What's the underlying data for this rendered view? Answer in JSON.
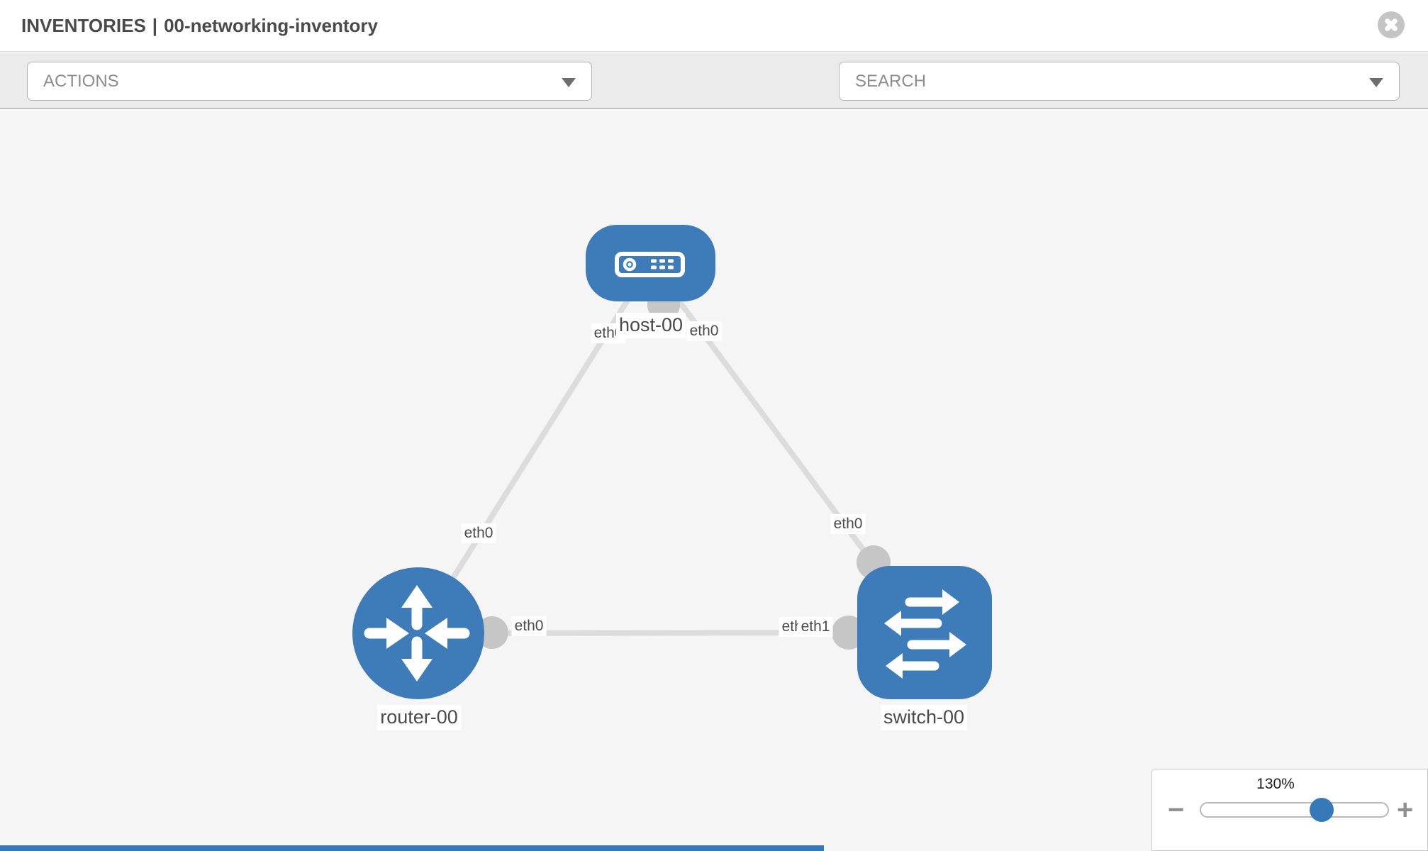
{
  "header": {
    "section": "INVENTORIES",
    "separator": "|",
    "inventory_name": "00-networking-inventory"
  },
  "toolbar": {
    "actions_label": "ACTIONS",
    "search_label": "SEARCH",
    "icons": [
      "wrench-icon",
      "key-icon"
    ]
  },
  "diagram": {
    "nodes": [
      {
        "id": "host-00",
        "type": "host",
        "label": "host-00"
      },
      {
        "id": "router-00",
        "type": "router",
        "label": "router-00"
      },
      {
        "id": "switch-00",
        "type": "switch",
        "label": "switch-00"
      }
    ],
    "links": [
      {
        "from": "host-00",
        "to": "router-00"
      },
      {
        "from": "host-00",
        "to": "switch-00"
      },
      {
        "from": "router-00",
        "to": "switch-00"
      }
    ],
    "interface_labels": {
      "host_left": "eth0",
      "host_right": "eth0",
      "host_router_link": "eth0",
      "host_switch_link": "eth0",
      "router_link": "eth0",
      "switch_link_back": "eth0",
      "switch_link_front": "eth1"
    }
  },
  "zoom_control": {
    "level": "130%",
    "zoom_out_glyph": "−",
    "zoom_in_glyph": "+"
  },
  "colors": {
    "node_blue": "#3d7cb8",
    "link_gray": "#dcdcdc",
    "interface_dot_gray": "#c6c6c6",
    "canvas_bg": "#f5f5f5",
    "toolbar_bg": "#ebebeb",
    "slider_handle_blue": "#3579b8"
  }
}
